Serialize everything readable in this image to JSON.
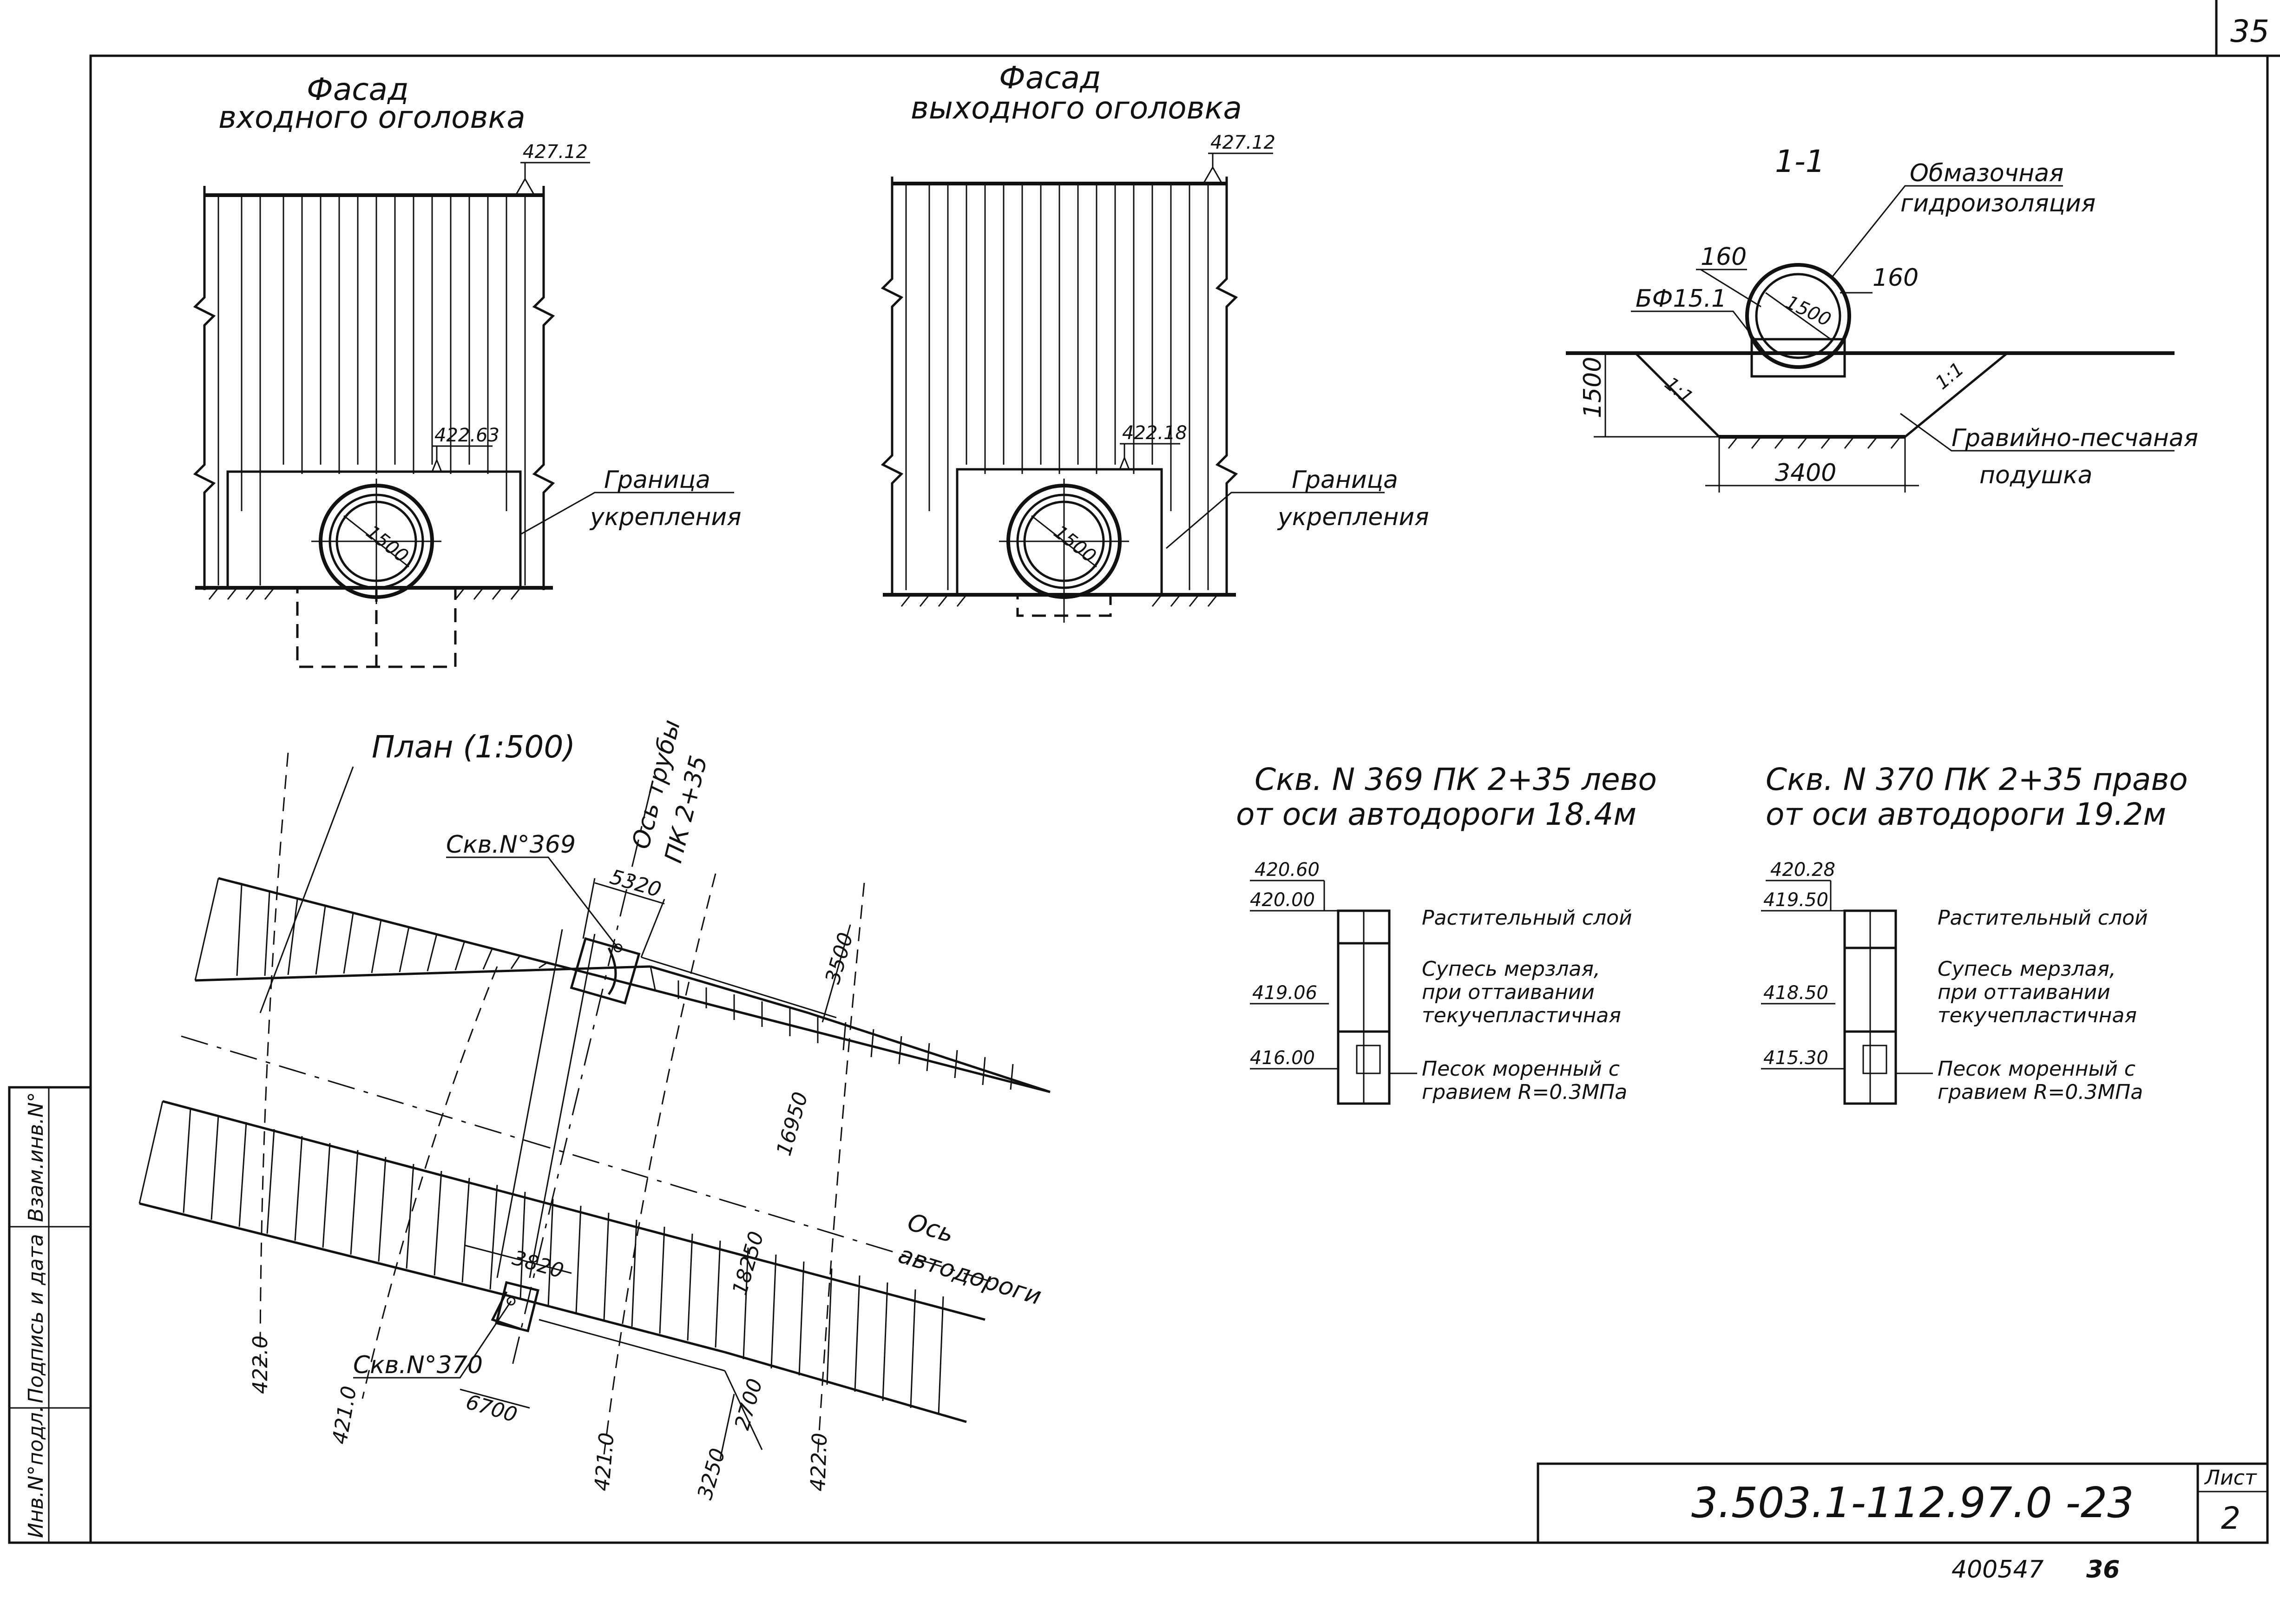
{
  "sheet": {
    "corner_number": "35",
    "designation": "3.503.1-112.97.0 -23",
    "sheet_label": "Лист",
    "sheet_number": "2",
    "inventory_note": "400547",
    "inventory_suffix": "36",
    "side_stamp": [
      "Инв.N°подл.",
      "Подпись и дата",
      "Взам.инв.N°"
    ]
  },
  "facade_inlet": {
    "title_line1": "Фасад",
    "title_line2": "входного оголовка",
    "top_mark": "427.12",
    "bottom_mark": "422.63",
    "pipe_diameter": "1500",
    "boundary_line1": "Граница",
    "boundary_line2": "укрепления"
  },
  "facade_outlet": {
    "title_line1": "Фасад",
    "title_line2": "выходного оголовка",
    "top_mark": "427.12",
    "bottom_mark": "422.18",
    "pipe_diameter": "1500",
    "boundary_line1": "Граница",
    "boundary_line2": "укрепления"
  },
  "section": {
    "title": "1-1",
    "waterproofing_line1": "Обмазочная",
    "waterproofing_line2": "гидроизоляция",
    "wall_left": "160",
    "wall_right": "160",
    "block": "БФ15.1",
    "diameter": "1500",
    "slope_left": "1:1",
    "slope_right": "1:1",
    "depth": "1500",
    "bottom_width": "3400",
    "cushion_line1": "Гравийно-песчаная",
    "cushion_line2": "подушка"
  },
  "plan": {
    "title": "План (1:500)",
    "pipe_axis_line1": "Ось трубы",
    "pipe_axis_line2": "ПК 2+35",
    "well_369": "Скв.N°369",
    "well_370": "Скв.N°370",
    "dim_5320": "5320",
    "dim_3500": "3500",
    "dim_16950": "16950",
    "dim_3820": "3820",
    "dim_18250": "18250",
    "dim_6700": "6700",
    "dim_2700": "2700",
    "dim_3250": "3250",
    "contour_1": "422.0",
    "contour_2": "421.0",
    "contour_3": "421.0",
    "contour_4": "422.0",
    "road_axis_line1": "Ось",
    "road_axis_line2": "автодороги"
  },
  "borehole_369": {
    "title_line1": "Скв. N 369 ПК 2+35 лево",
    "title_line2": "от оси автодороги 18.4м",
    "mark_top": "420.60",
    "mark_1": "420.00",
    "mark_2": "419.06",
    "mark_3": "416.00",
    "layer_1": "Растительный слой",
    "layer_2_line1": "Супесь мерзлая,",
    "layer_2_line2": "при оттаивании",
    "layer_2_line3": "текучепластичная",
    "layer_3_line1": "Песок моренный с",
    "layer_3_line2": "гравием R=0.3МПа"
  },
  "borehole_370": {
    "title_line1": "Скв. N 370 ПК 2+35 право",
    "title_line2": "от оси автодороги 19.2м",
    "mark_top": "420.28",
    "mark_1": "419.50",
    "mark_2": "418.50",
    "mark_3": "415.30",
    "layer_1": "Растительный слой",
    "layer_2_line1": "Супесь мерзлая,",
    "layer_2_line2": "при оттаивании",
    "layer_2_line3": "текучепластичная",
    "layer_3_line1": "Песок моренный с",
    "layer_3_line2": "гравием R=0.3МПа"
  }
}
